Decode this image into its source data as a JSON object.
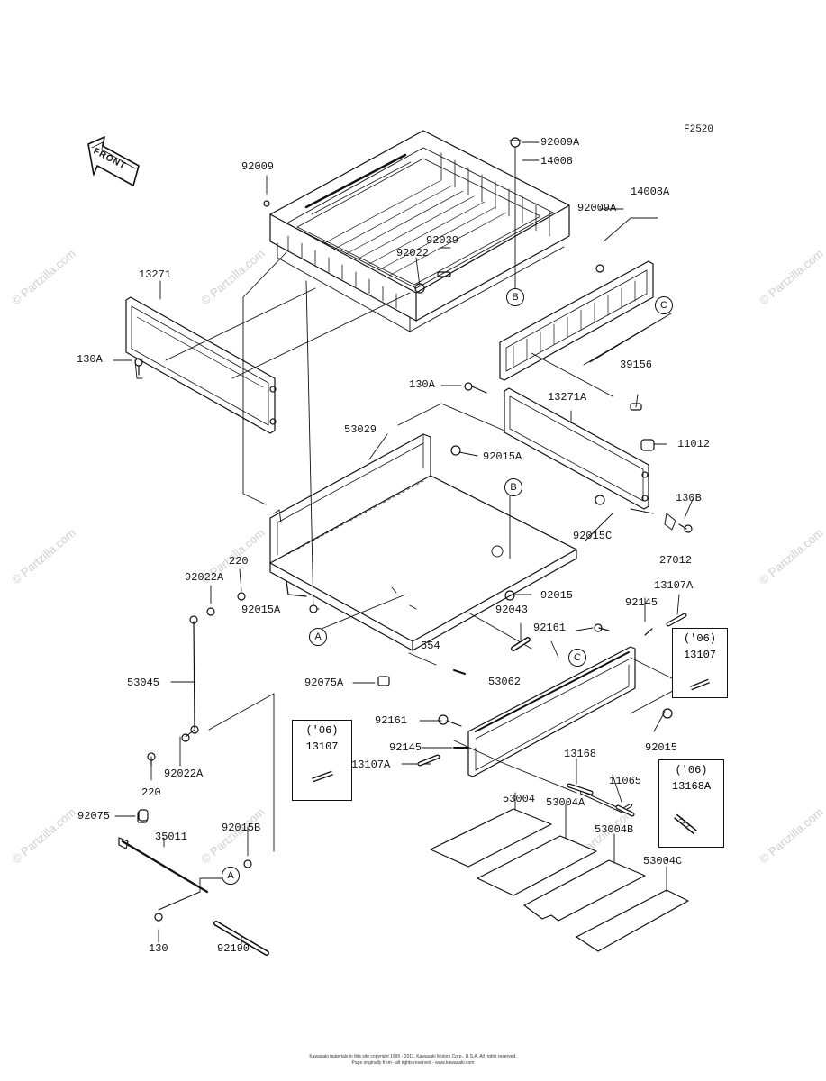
{
  "figure_code": "F2520",
  "front_arrow_label": "FRONT",
  "watermark": "© Partzilla.com",
  "footer": {
    "line1": "Kawasaki materials in this site copyright 1995 - 2011, Kawasaki Motors Corp., U.S.A. All rights reserved.",
    "line2": "Page originally from - all rights reserved - www.kawasaki.com"
  },
  "refs": {
    "a": "A",
    "b": "B",
    "c": "C"
  },
  "insets": {
    "year": "('06)",
    "left_part": "13107",
    "right_top_part": "13107",
    "right_bottom_part": "13168A"
  },
  "parts": {
    "p92009A": "92009A",
    "p14008": "14008",
    "p92009": "92009",
    "p14008A": "14008A",
    "p92009A_2": "92009A",
    "p92039": "92039",
    "p92022": "92022",
    "p13271": "13271",
    "p130A": "130A",
    "p39156": "39156",
    "p130A_2": "130A",
    "p13271A": "13271A",
    "p53029": "53029",
    "p11012": "11012",
    "p92015A": "92015A",
    "p130B": "130B",
    "p92015C": "92015C",
    "p27012": "27012",
    "p220": "220",
    "p92022A": "92022A",
    "p92015": "92015",
    "p13107A": "13107A",
    "p92015A_2": "92015A",
    "p92043": "92043",
    "p92145": "92145",
    "p92161": "92161",
    "p554": "554",
    "p53045": "53045",
    "p92075A": "92075A",
    "p53062": "53062",
    "p92161_2": "92161",
    "p92015_2": "92015",
    "p92145_2": "92145",
    "p13168": "13168",
    "p13107A_2": "13107A",
    "p92022A_2": "92022A",
    "p11065": "11065",
    "p53004": "53004",
    "p220_2": "220",
    "p53004A": "53004A",
    "p92075": "92075",
    "p53004B": "53004B",
    "p35011": "35011",
    "p92015B": "92015B",
    "p53004C": "53004C",
    "p130": "130",
    "p92190": "92190"
  }
}
